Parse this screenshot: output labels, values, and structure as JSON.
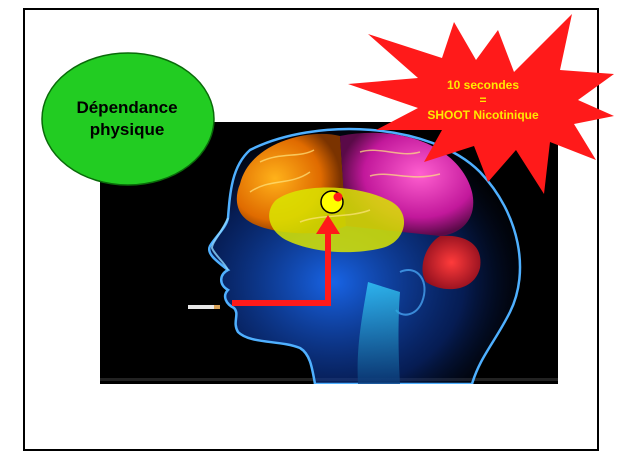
{
  "bubble": {
    "line1": "Dépendance",
    "line2": "physique",
    "fill": "#22cc22"
  },
  "burst": {
    "line1": "10 secondes",
    "line2": "=",
    "line3": "SHOOT Nicotinique",
    "fill": "#ff1a1a",
    "text_color": "#ffea00"
  },
  "arrow": {
    "color": "#ff1a1a"
  }
}
